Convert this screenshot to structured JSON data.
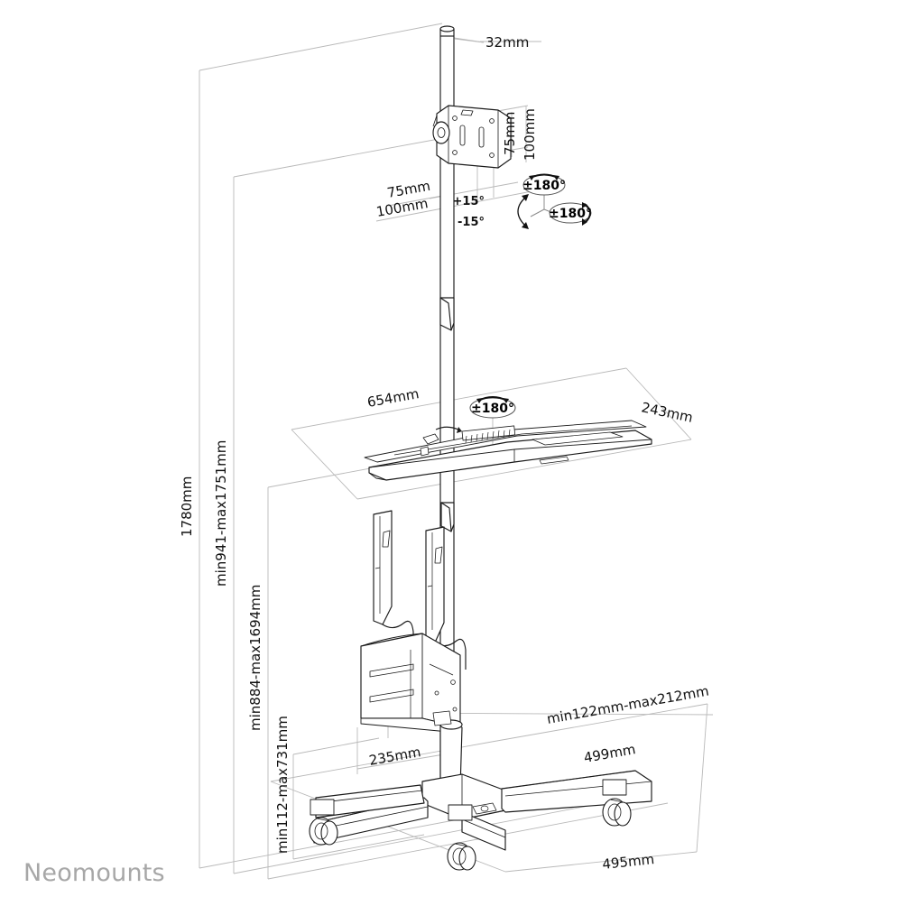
{
  "brand": {
    "name": "Neomounts"
  },
  "drawing": {
    "title": "Neomounts mobile workstation dimensional drawing",
    "units": "mm",
    "line_color_outline": "#1a1a1a",
    "line_color_dimension": "#b9b9b9",
    "background": "#ffffff"
  },
  "dimensions": {
    "pole_diameter": "32mm",
    "vesa_width_small": "75mm",
    "vesa_width_large": "100mm",
    "vesa_height_small": "75mm",
    "vesa_height_large": "100mm",
    "worksurface_width": "654mm",
    "worksurface_depth": "243mm",
    "total_height": "1780mm",
    "screen_height_range": "min941-max1751mm",
    "worksurface_height_range": "min884-max1694mm",
    "cpu_holder_height_range": "min112-max731mm",
    "cpu_holder_width": "235mm",
    "cpu_holder_depth_range": "min122mm-max212mm",
    "base_depth": "499mm",
    "base_width": "495mm"
  },
  "rotation_labels": {
    "tilt_up": "+15°",
    "tilt_down": "-15°",
    "swivel_head": "±180°",
    "rotate_screen": "±180°",
    "worksurface_rotate": "±180°"
  }
}
